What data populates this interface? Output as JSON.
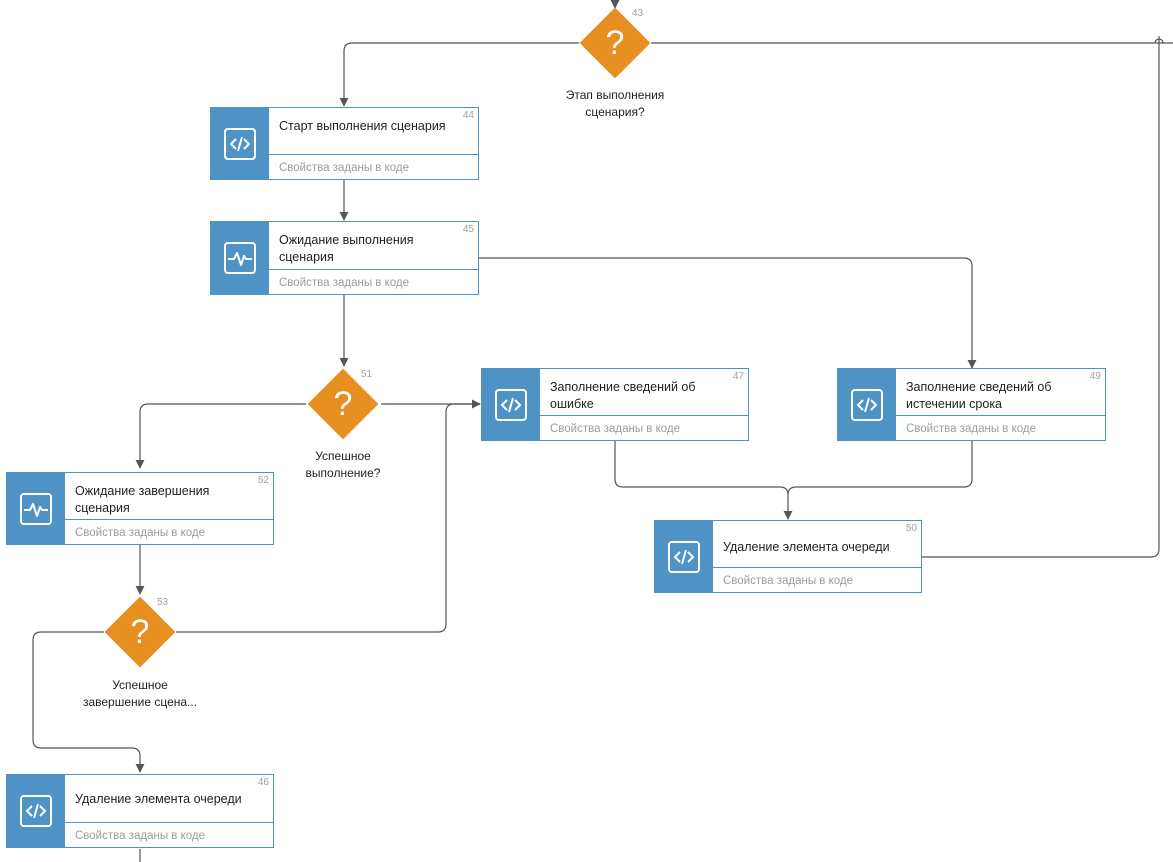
{
  "colors": {
    "accent": "#4f93c6",
    "gateway": "#e88f22",
    "connector": "#555555",
    "muted_text": "#9c9c9c"
  },
  "gateways": {
    "g43": {
      "number": "43",
      "label": "Этап выполнения\nсценария?",
      "icon": "question-mark-icon"
    },
    "g51": {
      "number": "51",
      "label": "Успешное\nвыполнение?",
      "icon": "question-mark-icon"
    },
    "g53": {
      "number": "53",
      "label": "Успешное\nзавершение сцена...",
      "icon": "question-mark-icon"
    }
  },
  "nodes": {
    "n44": {
      "number": "44",
      "title": "Старт выполнения сценария",
      "subtitle": "Свойства заданы в коде",
      "icon": "code-icon"
    },
    "n45": {
      "number": "45",
      "title": "Ожидание выполнения сценария",
      "subtitle": "Свойства заданы в коде",
      "icon": "pulse-icon"
    },
    "n47": {
      "number": "47",
      "title": "Заполнение сведений об ошибке",
      "subtitle": "Свойства заданы в коде",
      "icon": "code-icon"
    },
    "n49": {
      "number": "49",
      "title": "Заполнение сведений об истечении срока",
      "subtitle": "Свойства заданы в коде",
      "icon": "code-icon"
    },
    "n52": {
      "number": "52",
      "title": "Ожидание завершения сценария",
      "subtitle": "Свойства заданы в коде",
      "icon": "pulse-icon"
    },
    "n50": {
      "number": "50",
      "title": "Удаление элемента очереди",
      "subtitle": "Свойства заданы в коде",
      "icon": "code-icon"
    },
    "n46": {
      "number": "46",
      "title": "Удаление элемента очереди",
      "subtitle": "Свойства заданы в коде",
      "icon": "code-icon"
    }
  }
}
